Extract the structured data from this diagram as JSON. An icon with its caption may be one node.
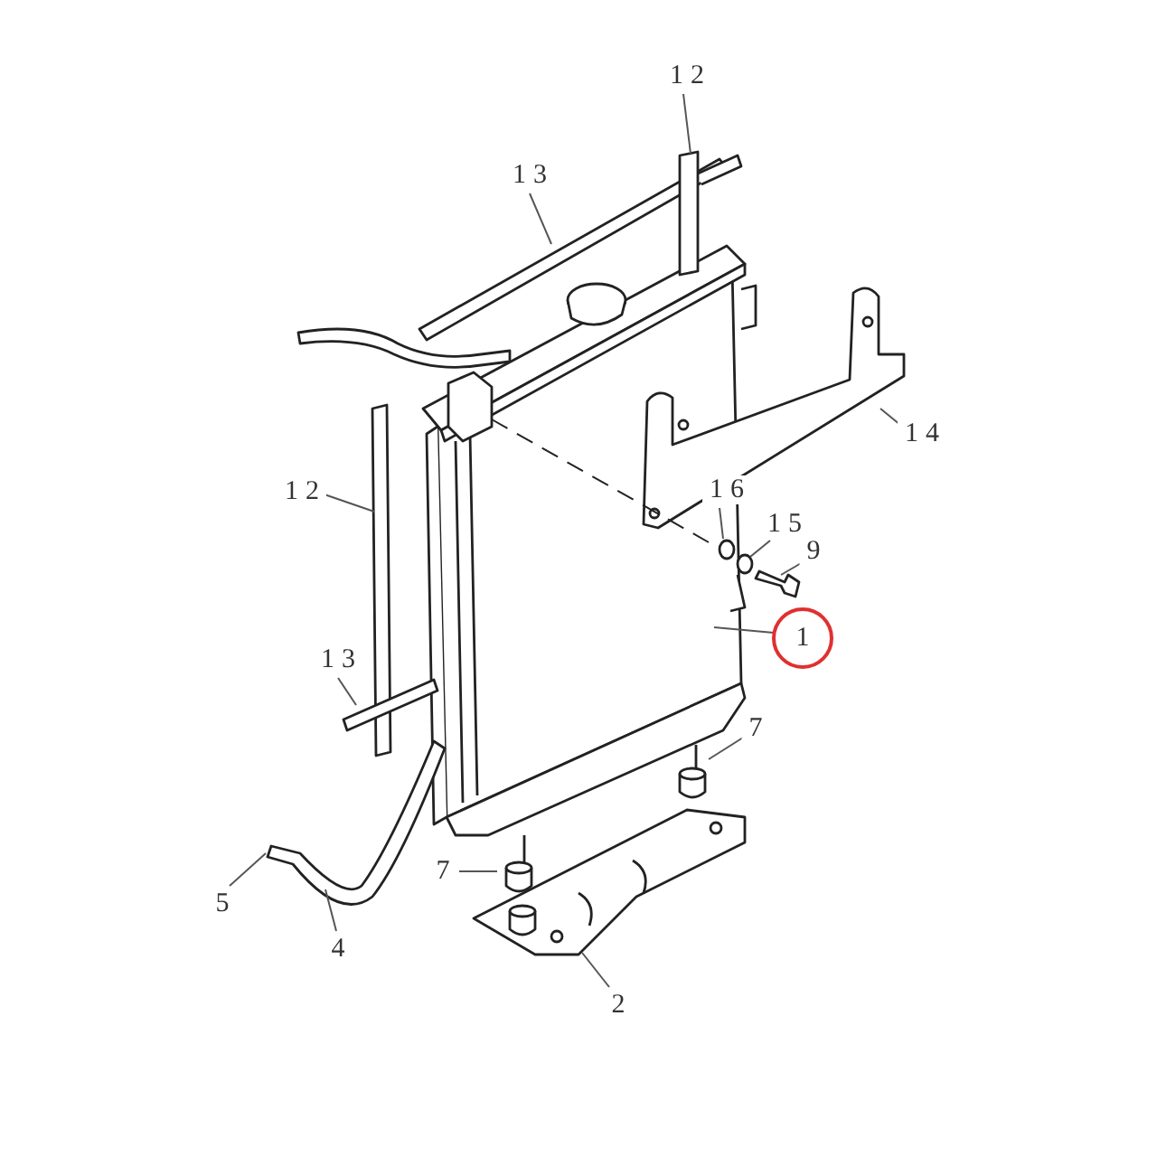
{
  "diagram": {
    "nodes": [
      {
        "text": [
          "12"
        ]
      },
      {
        "text": [
          "13"
        ]
      },
      {
        "text": [
          "14"
        ]
      },
      {
        "text": [
          "16"
        ]
      },
      {
        "text": [
          "15"
        ]
      },
      {
        "text": [
          "12"
        ]
      },
      {
        "text": [
          "9"
        ]
      },
      {
        "text": [
          "1"
        ]
      },
      {
        "text": [
          "13"
        ]
      },
      {
        "text": [
          "7"
        ]
      },
      {
        "text": [
          "7"
        ]
      },
      {
        "text": [
          "5"
        ]
      },
      {
        "text": [
          "4"
        ]
      },
      {
        "text": [
          "2"
        ]
      }
    ],
    "edges": [
      {
        "from": 0,
        "to": null,
        "arrow": "none"
      },
      {
        "from": 1,
        "to": null,
        "arrow": "none"
      },
      {
        "from": 2,
        "to": null,
        "arrow": "none"
      },
      {
        "from": 3,
        "to": null,
        "arrow": "none"
      },
      {
        "from": 4,
        "to": null,
        "arrow": "none"
      },
      {
        "from": 5,
        "to": null,
        "arrow": "none"
      },
      {
        "from": 6,
        "to": null,
        "arrow": "none"
      },
      {
        "from": 7,
        "to": null,
        "arrow": "none"
      },
      {
        "from": 8,
        "to": null,
        "arrow": "none"
      },
      {
        "from": 9,
        "to": null,
        "arrow": "none"
      },
      {
        "from": 10,
        "to": null,
        "arrow": "none"
      },
      {
        "from": 11,
        "to": null,
        "arrow": "none"
      },
      {
        "from": 12,
        "to": null,
        "arrow": "none"
      },
      {
        "from": 13,
        "to": null,
        "arrow": "none"
      }
    ]
  }
}
